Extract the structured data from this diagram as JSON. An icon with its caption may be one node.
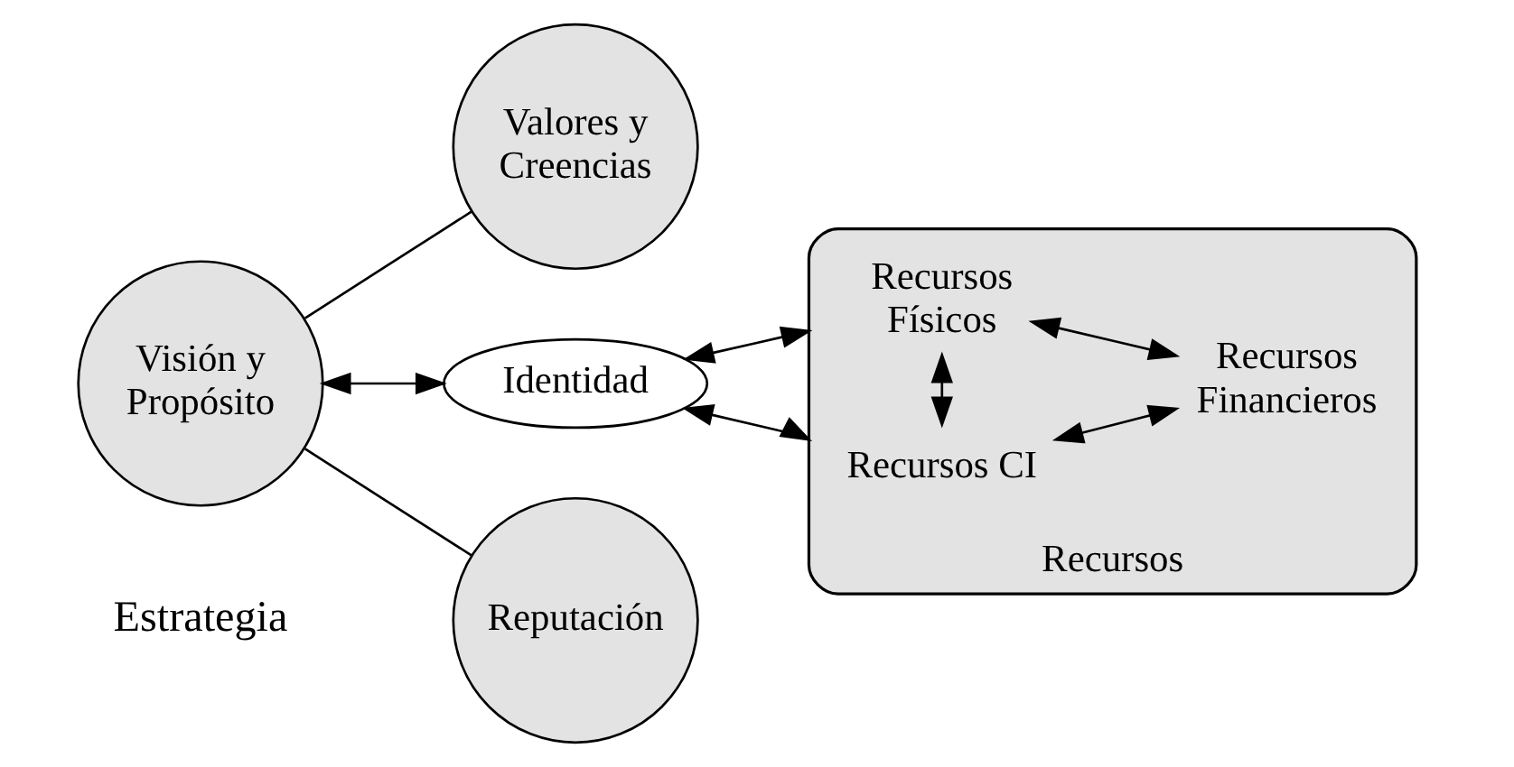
{
  "diagram": {
    "nodes": [
      {
        "text": [
          "Visión y Propósito"
        ]
      },
      {
        "text": [
          "Valores y Creencias"
        ]
      },
      {
        "text": [
          "Identidad"
        ]
      },
      {
        "text": [
          "Reputación"
        ]
      },
      {
        "text": [
          "Recursos"
        ]
      },
      {
        "text": [
          "Recursos CI"
        ],
        "in": 4
      },
      {
        "text": [
          "Recursos Financieros"
        ],
        "in": 4
      },
      {
        "text": [
          "Recursos Físicos"
        ],
        "in": 4
      }
    ],
    "edges": [
      {
        "from": 0,
        "to": 1,
        "arrow": "none"
      },
      {
        "from": 0,
        "to": 3,
        "arrow": "none"
      },
      {
        "from": 0,
        "to": 2,
        "arrow": "both"
      },
      {
        "from": 2,
        "to": 4,
        "arrow": "both"
      },
      {
        "from": 2,
        "to": 4,
        "arrow": "both"
      },
      {
        "from": 5,
        "to": 7,
        "arrow": "both"
      },
      {
        "from": 5,
        "to": 6,
        "arrow": "both"
      },
      {
        "from": 6,
        "to": 7,
        "arrow": "both"
      }
    ],
    "labels": [
      "Estrategia"
    ]
  }
}
